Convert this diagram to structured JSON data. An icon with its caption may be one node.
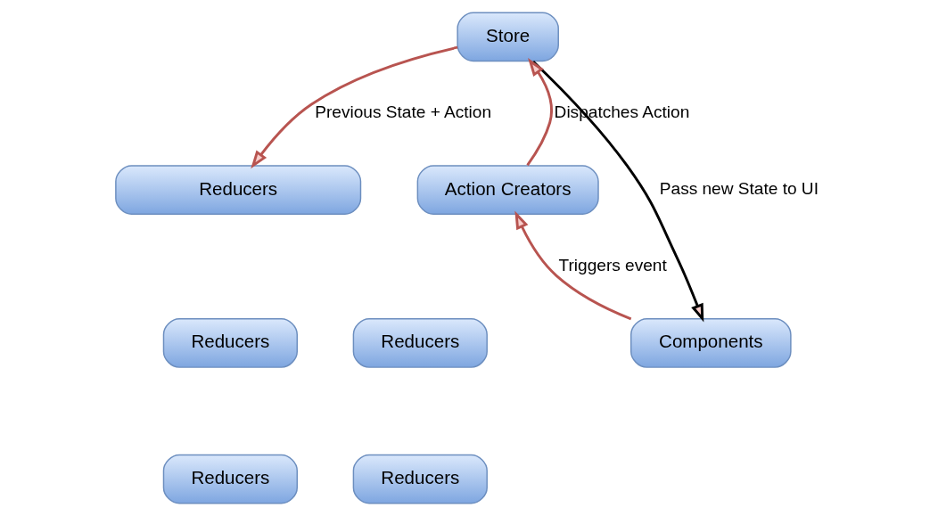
{
  "diagram": {
    "nodes": [
      {
        "text": [
          "Store"
        ]
      },
      {
        "text": [
          "Reducers"
        ]
      },
      {
        "text": [
          "Reducers"
        ]
      },
      {
        "text": [
          "Reducers"
        ]
      },
      {
        "text": [
          "Reducers"
        ]
      },
      {
        "text": [
          "Reducers"
        ]
      },
      {
        "text": [
          "Action Creators"
        ]
      },
      {
        "text": [
          "Components"
        ]
      }
    ],
    "edges": [
      {
        "from": 6,
        "to": 0,
        "arrow": "to",
        "label": "Dispatches Action"
      },
      {
        "from": 0,
        "to": 1,
        "arrow": "to",
        "label": "Previous State + Action"
      },
      {
        "from": 0,
        "to": 7,
        "arrow": "to",
        "label": "Pass new State to UI",
        "color": "#000000"
      },
      {
        "from": 7,
        "to": 6,
        "arrow": "to",
        "label": "Triggers event"
      }
    ]
  }
}
